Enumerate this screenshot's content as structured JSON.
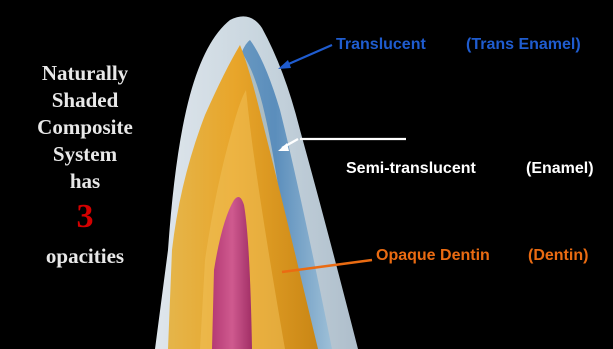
{
  "left_panel": {
    "lines": [
      "Naturally",
      "Shaded",
      "Composite",
      "System",
      "has"
    ],
    "number": "3",
    "last_line": "opacities"
  },
  "labels": {
    "translucent": "Translucent",
    "translucent_paren": "(Trans Enamel)",
    "semi": "Semi-translucent",
    "semi_paren": "(Enamel)",
    "opaque": "Opaque Dentin",
    "opaque_paren": "(Dentin)"
  },
  "colors": {
    "background": "#000000",
    "translucent": "#1f5ccf",
    "semi": "#ffffff",
    "opaque": "#ea6b12",
    "number": "#d40000"
  }
}
